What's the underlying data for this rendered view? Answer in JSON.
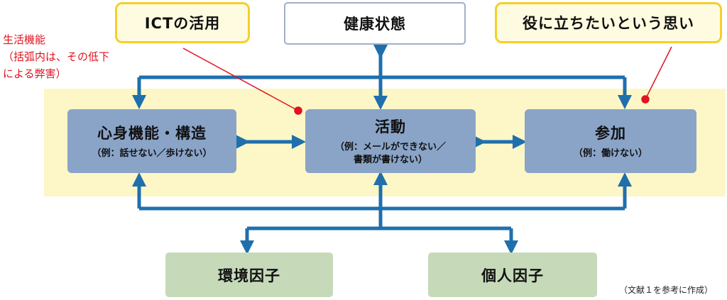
{
  "diagram": {
    "title_nodes": {
      "ict": "ICTの活用",
      "health": "健康状態",
      "wish": "役に立ちたいという思い"
    },
    "functions": {
      "body": {
        "label": "心身機能・構造",
        "example": "（例：話せない／歩けない）"
      },
      "activity": {
        "label": "活動",
        "example": "（例：メールができない／\n書類が書けない）"
      },
      "participation": {
        "label": "参加",
        "example": "（例：働けない）"
      }
    },
    "factors": {
      "environment": "環境因子",
      "personal": "個人因子"
    },
    "note": "生活機能\n（括弧内は、その低下\nによる弊害）",
    "source": "（文献１を参考に作成）",
    "colors": {
      "arrow": "#1f6fad",
      "function_box": "#8aa4c8",
      "factor_box": "#c6dab9",
      "band": "#fdf6c7",
      "highlight_border": "#f5cf2a",
      "pointer": "#e0131e"
    }
  }
}
